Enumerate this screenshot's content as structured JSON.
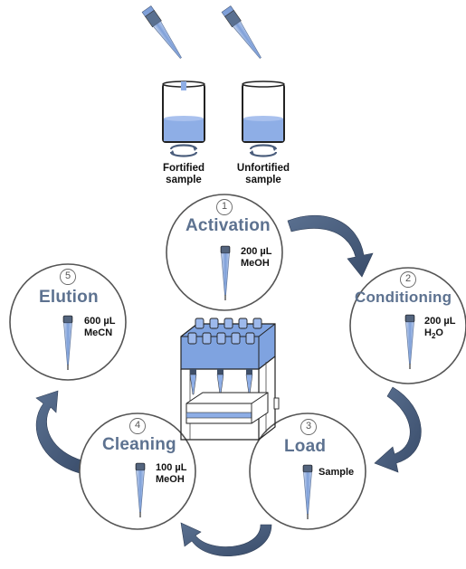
{
  "samples": [
    {
      "label_line1": "Fortified",
      "label_line2": "sample"
    },
    {
      "label_line1": "Unfortified",
      "label_line2": "sample"
    }
  ],
  "steps": [
    {
      "number": "1",
      "title": "Activation",
      "volume": "200 µL",
      "reagent": "MeOH"
    },
    {
      "number": "2",
      "title": "Conditioning",
      "volume": "200 µL",
      "reagent_main": "H",
      "reagent_sub": "2",
      "reagent_tail": "O"
    },
    {
      "number": "3",
      "title": "Load",
      "reagent": "Sample"
    },
    {
      "number": "4",
      "title": "Cleaning",
      "volume": "100 µL",
      "reagent": "MeOH"
    },
    {
      "number": "5",
      "title": "Elution",
      "volume": "600 µL",
      "reagent": "MeCN"
    }
  ],
  "colors": {
    "liquid": "#8eaee6",
    "title": "#5d7290",
    "arrow": "#43587a",
    "circle_stroke": "#555555",
    "manifold": "#7fa3e0"
  }
}
